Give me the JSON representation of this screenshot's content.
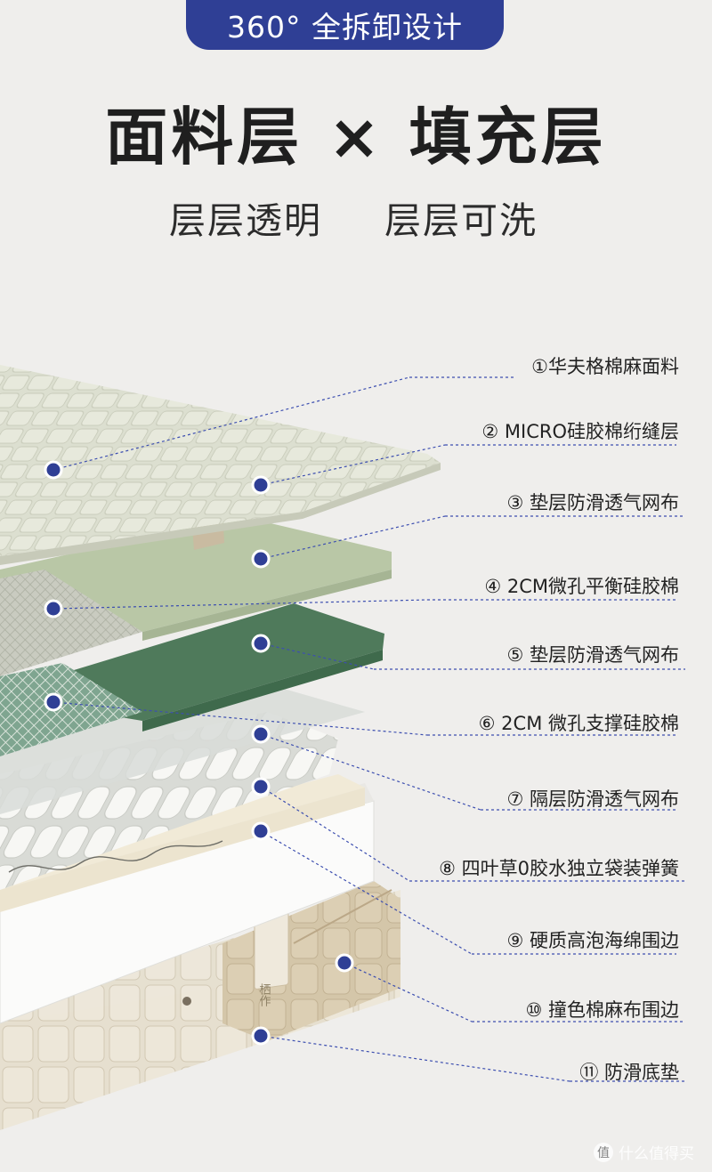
{
  "header": {
    "badge": "360° 全拆卸设计",
    "title": "面料层 × 填充层",
    "subtitle_left": "层层透明",
    "subtitle_right": "层层可洗"
  },
  "layers": [
    {
      "label": "①华夫格棉麻面料"
    },
    {
      "label": "② MICRO硅胶棉绗缝层"
    },
    {
      "label": "③ 垫层防滑透气网布"
    },
    {
      "label": "④ 2CM微孔平衡硅胶棉"
    },
    {
      "label": "⑤ 垫层防滑透气网布"
    },
    {
      "label": "⑥ 2CM 微孔支撑硅胶棉"
    },
    {
      "label": "⑦ 隔层防滑透气网布"
    },
    {
      "label": "⑧ 四叶草0胶水独立袋装弹簧"
    },
    {
      "label": "⑨ 硬质高泡海绵围边"
    },
    {
      "label": "⑩ 撞色棉麻布围边"
    },
    {
      "label": "⑪ 防滑底垫"
    }
  ],
  "tag_text": "栖作",
  "watermark": {
    "icon": "值",
    "text": "什么值得买"
  },
  "colors": {
    "badge_bg": "#2f3f95",
    "dot": "#2f3f95",
    "leader_line": "#3d4fb0",
    "waffle_fabric": "#dcdfd0",
    "light_green_foam": "#b9c7a6",
    "dark_green_foam": "#4f7a5b",
    "sponge_border": "#f3ecdc",
    "side_fabric": "#d8cbb0"
  }
}
